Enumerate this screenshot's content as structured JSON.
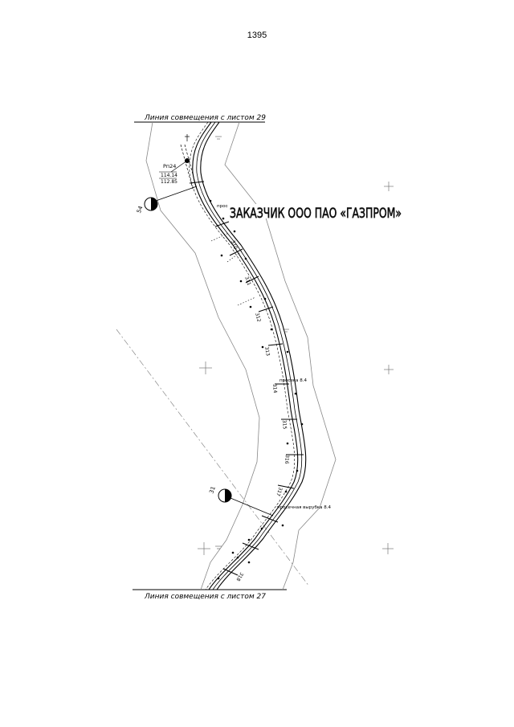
{
  "page_number": "1395",
  "match_line_top": "Линия совмещения с листом 29",
  "match_line_bottom": "Линия совмещения с листом 27",
  "benchmark": {
    "label": "Рп24",
    "value_top": "114.14",
    "value_bottom": "112.85"
  },
  "stamp_text": "ЗАКАЗЧИК ООО ПАО «ГАЗПРОМ»",
  "section_markers": [
    "54",
    "31"
  ],
  "annotations": {
    "upper": "просека 8.4",
    "middle": "просека 8.4",
    "lower": "просечная вырубка 8.4"
  },
  "pickets": [
    "310",
    "311",
    "312",
    "313",
    "314",
    "315",
    "316",
    "317",
    "318"
  ],
  "colors": {
    "line": "#000000",
    "gray": "#777777",
    "background": "#ffffff"
  }
}
